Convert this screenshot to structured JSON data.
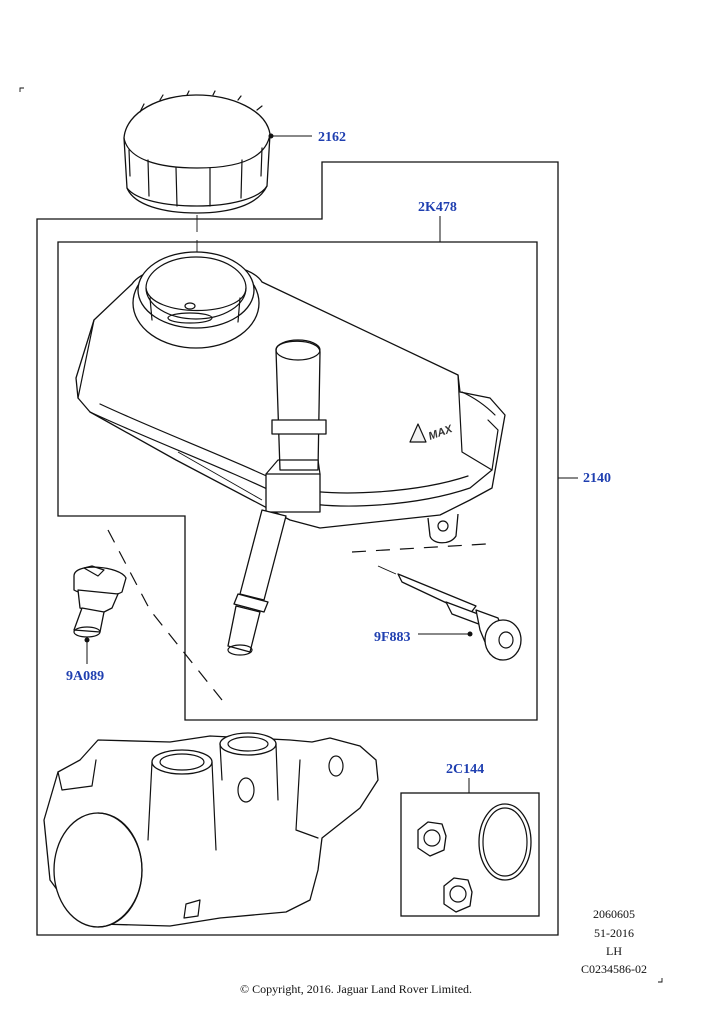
{
  "parts": {
    "cap": "2162",
    "reservoir": "2K478",
    "master_cylinder": "2140",
    "bolt": "9F883",
    "screw": "9A089",
    "seal_kit": "2C144"
  },
  "reservoir_marking": "MAX",
  "reference": {
    "line1": "2060605",
    "line2": "51-2016",
    "line3": "LH",
    "line4": "C0234586-02"
  },
  "copyright": "© Copyright, 2016. Jaguar Land Rover Limited."
}
